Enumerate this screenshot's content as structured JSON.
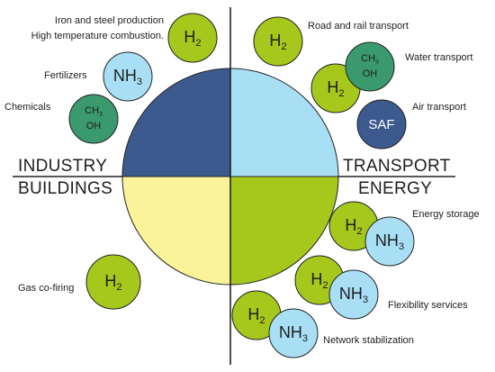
{
  "sectors": {
    "industry": "INDUSTRY",
    "transport": "TRANSPORT",
    "buildings": "BUILDINGS",
    "energy": "ENERGY"
  },
  "labels": {
    "iron_steel": "Iron and steel production",
    "high_temp": "High temperature combustion.",
    "fertilizers": "Fertilizers",
    "chemicals": "Chemicals",
    "road_rail": "Road and rail transport",
    "water": "Water transport",
    "air": "Air transport",
    "energy_storage": "Energy storage",
    "gas_cofiring": "Gas co-firing",
    "flexibility": "Flexibility services",
    "network": "Network stabilization"
  },
  "molecules": {
    "h2": {
      "base": "H",
      "sub": "2"
    },
    "nh3": {
      "base": "NH",
      "sub": "3"
    },
    "ch3oh": {
      "line1_base": "CH",
      "line1_sub": "3",
      "line2": "OH"
    },
    "saf": "SAF"
  },
  "colors": {
    "industry": "#3c5a8e",
    "transport": "#a9dff5",
    "buildings": "#fbf39a",
    "energy": "#a6c81d",
    "h2": "#a6c81d",
    "nh3": "#a9dff5",
    "ch3oh": "#3a9a6d",
    "saf": "#3c5a8e"
  }
}
